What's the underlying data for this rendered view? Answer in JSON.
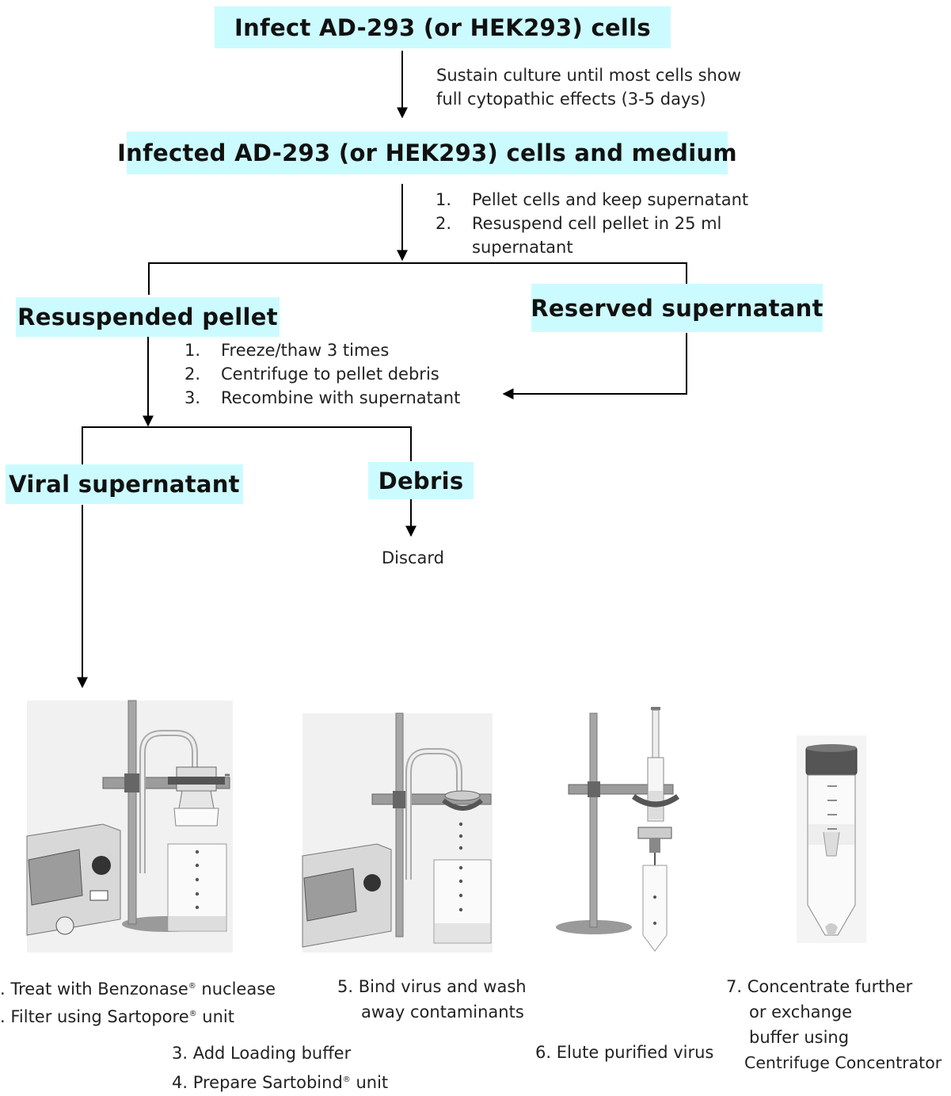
{
  "boxes": {
    "infect": "Infect AD-293 (or HEK293) cells",
    "infected": "Infected AD-293 (or HEK293) cells and medium",
    "resuspended": "Resuspended pellet",
    "reserved": "Reserved supernatant",
    "viral": "Viral supernatant",
    "debris": "Debris"
  },
  "notes": {
    "sustain": [
      "Sustain culture until most cells show",
      "full cytopathic effects (3-5 days)"
    ],
    "pellet_steps": [
      {
        "num": "1.",
        "text": "Pellet cells and keep supernatant"
      },
      {
        "num": "2.",
        "text": "Resuspend cell pellet in 25 ml"
      },
      {
        "num": "",
        "text": "supernatant"
      }
    ],
    "freeze_steps": [
      {
        "num": "1.",
        "text": "Freeze/thaw 3 times"
      },
      {
        "num": "2.",
        "text": "Centrifuge to pellet debris"
      },
      {
        "num": "3.",
        "text": "Recombine with supernatant"
      }
    ],
    "discard": "Discard"
  },
  "captions": {
    "c1a": ". Treat with Benzonase",
    "c1b": " nuclease",
    "c2a": ". Filter using Sartopore",
    "c2b": " unit",
    "c3": "3. Add Loading buffer",
    "c4a": "4. Prepare Sartobind",
    "c4b": " unit",
    "c5a": "5. Bind virus and wash",
    "c5b": "away contaminants",
    "c6": "6. Elute purified virus",
    "c7a": "7. Concentrate further",
    "c7b": "or exchange",
    "c7c": "buffer using",
    "c7d": "Centrifuge Concentrator",
    "reg": "®"
  },
  "colors": {
    "box_fill": "#ccfbff",
    "line": "#000000"
  }
}
